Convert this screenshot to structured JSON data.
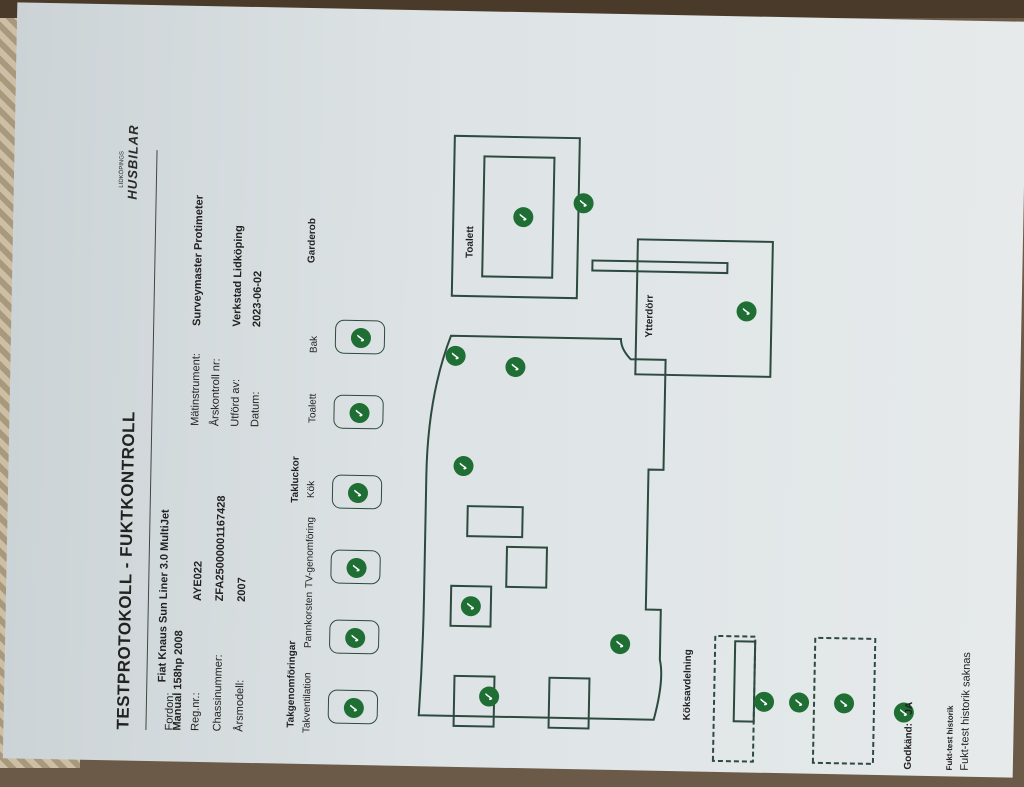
{
  "title": "TESTPROTOKOLL - FUKTKONTROLL",
  "logo": {
    "small": "LIDKÖPINGS",
    "big": "HUSBILAR"
  },
  "fields": {
    "fordon_label": "Fordon:",
    "fordon_value": "Fiat Knaus Sun Liner 3.0 MultiJet",
    "fordon_value2": "Manual 158hp 2008",
    "regnr_label": "Reg.nr.:",
    "regnr_value": "AYE022",
    "chassi_label": "Chassinummer:",
    "chassi_value": "ZFA25000001167428",
    "arsmodell_label": "Årsmodell:",
    "arsmodell_value": "2007",
    "matinstrument_label": "Mätinstrument:",
    "matinstrument_value": "Surveymaster Protimeter",
    "arskontroll_label": "Årskontroll nr:",
    "arskontroll_value": "",
    "utford_label": "Utförd av:",
    "utford_value": "Verkstad Lidköping",
    "datum_label": "Datum:",
    "datum_value": "2023-06-02"
  },
  "sections": {
    "takgenomforingar": "Takgenomföringar",
    "takluckor": "Takluckor",
    "garderob": "Garderob",
    "toalett": "Toalett",
    "ytterdorr": "Ytterdörr",
    "koksavdelning": "Köksavdelning"
  },
  "roof_items": [
    "Takventilation",
    "Pannkorsten",
    "TV-genomföring",
    "Kök",
    "Toalett",
    "Bak"
  ],
  "approved": {
    "label": "Godkänd:",
    "value": "JA"
  },
  "history": {
    "label": "Fukt-test historik",
    "value": "Fukt-test historik saknas"
  },
  "check_glyph": "✓",
  "colors": {
    "check": "#1f6e34",
    "line": "#2d4a3e"
  }
}
